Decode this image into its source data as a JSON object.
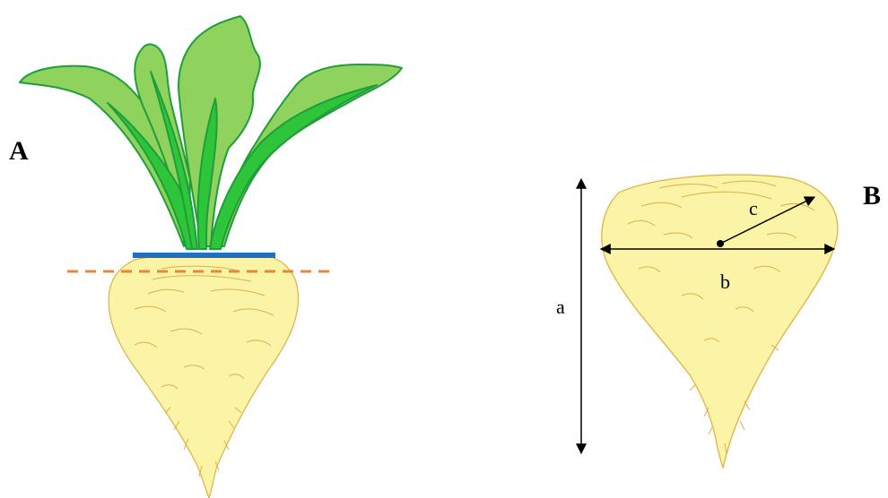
{
  "panel_a": {
    "label": "A"
  },
  "panel_b": {
    "label": "B",
    "dimension_a": "a",
    "dimension_b": "b",
    "dimension_c": "c"
  },
  "colors": {
    "root_fill": "#FBF3A6",
    "root_stroke": "#D9B24A",
    "leaf_light": "#8FD35E",
    "leaf_dark": "#2FC53A",
    "leaf_stroke": "#1E9E3B",
    "cut_line_blue": "#1F6FC4",
    "ground_line_orange": "#E08A3A",
    "arrow": "#000000"
  }
}
